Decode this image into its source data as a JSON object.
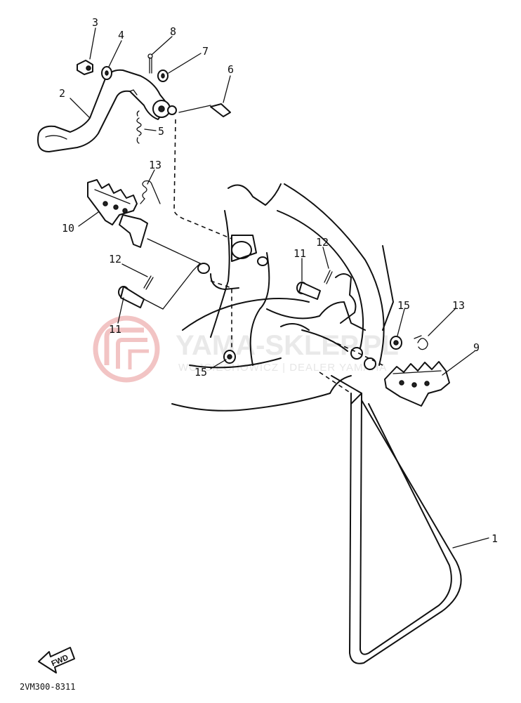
{
  "diagram": {
    "callouts": {
      "p1": "1",
      "p2": "2",
      "p3": "3",
      "p4": "4",
      "p5": "5",
      "p6": "6",
      "p7": "7",
      "p8": "8",
      "p9": "9",
      "p10": "10",
      "p11a": "11",
      "p11b": "11",
      "p12a": "12",
      "p12b": "12",
      "p13a": "13",
      "p13b": "13",
      "p15a": "15",
      "p15b": "15"
    },
    "forward_label": "FWD",
    "diagram_code": "2VM300-8311",
    "watermark": {
      "brand": "YAMA-SKLEP.PL",
      "tagline": "WOJCIECHOWICZ | DEALER YAMAHA"
    },
    "colors": {
      "line": "#111111",
      "watermark_logo": "#f2c4c4",
      "watermark_text": "#e6e6e6"
    }
  }
}
